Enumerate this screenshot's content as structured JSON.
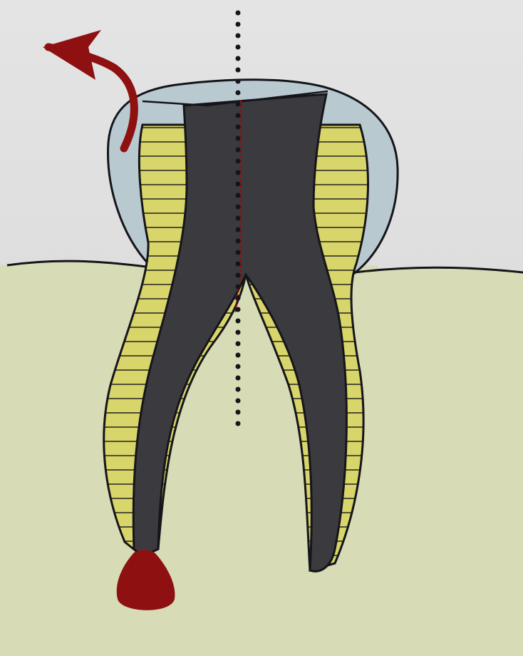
{
  "diagram": {
    "subject": "tooth-root-canal-cross-section",
    "colors": {
      "background_top": "#dcdcdc",
      "gum": "#d7dbb6",
      "enamel": "#b9c9d0",
      "dentin": "#d8d56a",
      "pulp": "#3b3b3f",
      "outline": "#15151a",
      "accent_red": "#8e1010"
    },
    "parts": [
      "crown-enamel",
      "dentin-layer",
      "pulp-canal",
      "gum-line",
      "gum-tissue",
      "root-apex-lesion",
      "removal-arrow",
      "central-axis-dotted-line",
      "fracture-line"
    ]
  }
}
